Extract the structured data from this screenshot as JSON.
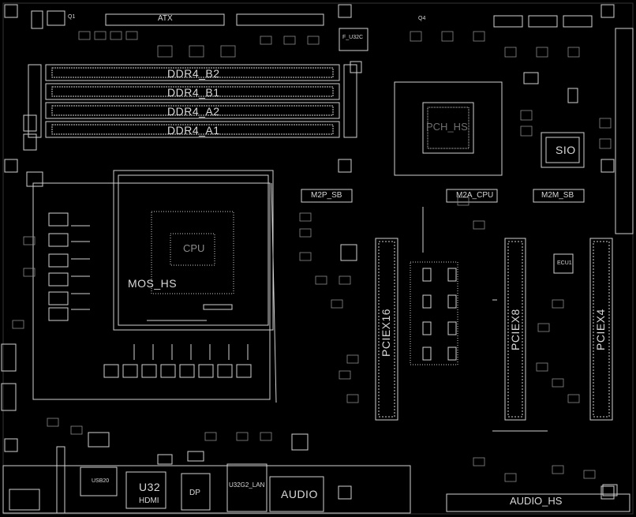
{
  "board": {
    "background": "#000000",
    "line_color": "#cfcfcf",
    "labels": {
      "atx": "ATX",
      "ddr4_b2": "DDR4_B2",
      "ddr4_b1": "DDR4_B1",
      "ddr4_a2": "DDR4_A2",
      "ddr4_a1": "DDR4_A1",
      "pch_hs": "PCH_HS",
      "sio": "SIO",
      "m2p_sb": "M2P_SB",
      "m2a_cpu": "M2A_CPU",
      "m2m_sb": "M2M_SB",
      "mos_hs": "MOS_HS",
      "cpu": "CPU",
      "pciex16": "PCIEX16",
      "pciex8": "PCIEX8",
      "pciex4": "PCIEX4",
      "u32": "U32",
      "hdmi": "HDMI",
      "dp": "DP",
      "lan": "U32G2_LAN",
      "audio": "AUDIO",
      "audio_hs": "AUDIO_HS",
      "usb20": "USB20",
      "ecu1": "ECU1",
      "q4": "Q4",
      "f_u32c": "F_U32C",
      "q1": "Q1"
    }
  }
}
